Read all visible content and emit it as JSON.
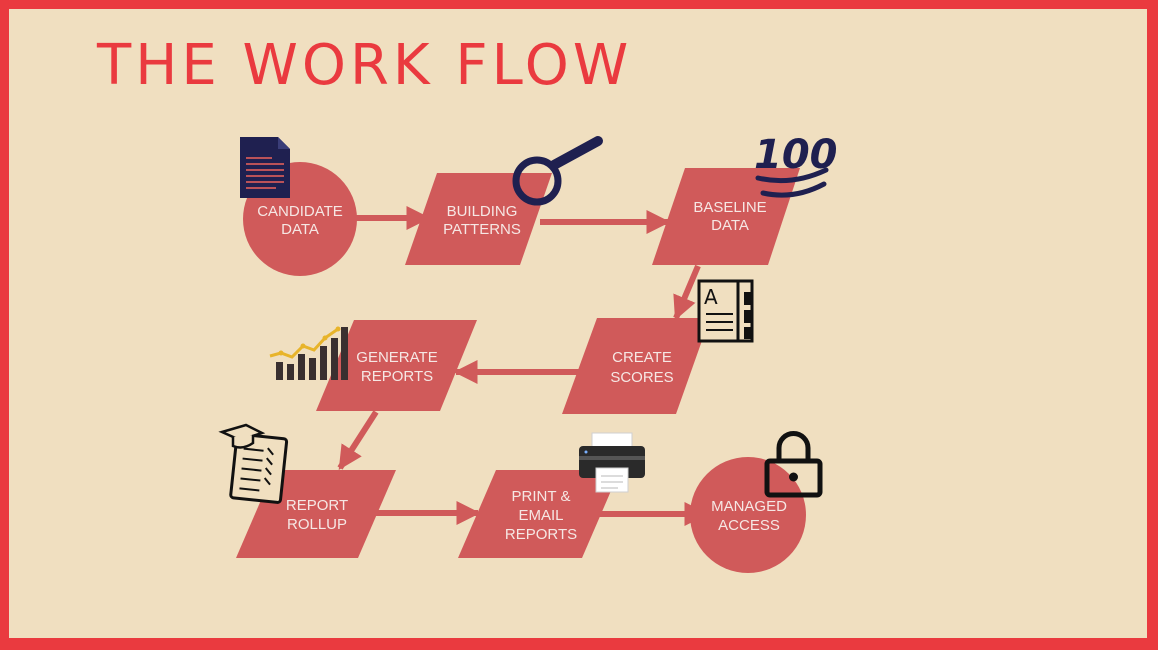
{
  "title": "THE WORK FLOW",
  "colors": {
    "frame": "#ea3a3f",
    "background": "#f0dfc0",
    "shape": "#d05a5a",
    "shape_text": "#f6e7e4",
    "icon_navy": "#1f2050"
  },
  "nodes": {
    "candidate_data": {
      "line1": "CANDIDATE",
      "line2": "DATA",
      "icon": "document-icon"
    },
    "building_patterns": {
      "line1": "BUILDING",
      "line2": "PATTERNS",
      "icon": "magnifier-icon"
    },
    "baseline_data": {
      "line1": "BASELINE",
      "line2": "DATA",
      "icon": "hundred-points-icon",
      "icon_text": "100"
    },
    "create_scores": {
      "line1": "CREATE",
      "line2": "SCORES",
      "icon": "address-book-icon",
      "icon_text": "A"
    },
    "generate_reports": {
      "line1": "GENERATE",
      "line2": "REPORTS",
      "icon": "bar-chart-icon"
    },
    "report_rollup": {
      "line1": "REPORT",
      "line2": "ROLLUP",
      "icon": "diploma-scroll-icon"
    },
    "print_email_reports": {
      "line1": "PRINT &",
      "line2": "EMAIL",
      "line3": "REPORTS",
      "icon": "printer-icon"
    },
    "managed_access": {
      "line1": "MANAGED",
      "line2": "ACCESS",
      "icon": "lock-icon"
    }
  }
}
